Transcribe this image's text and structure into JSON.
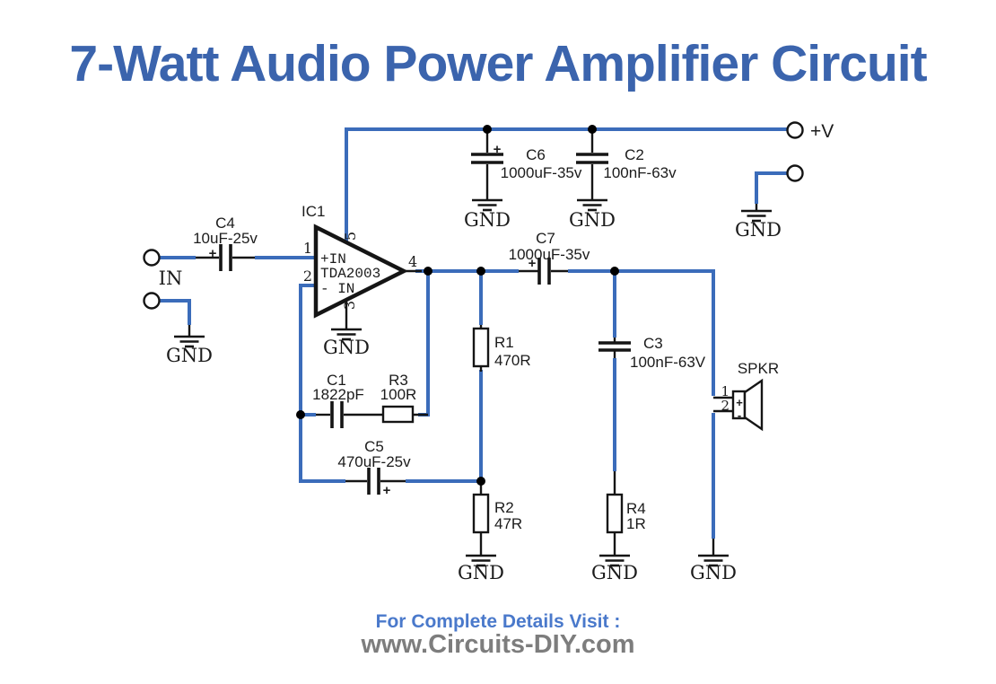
{
  "title": "7-Watt Audio Power Amplifier Circuit",
  "footer": {
    "line1": "For Complete Details Visit :",
    "line2": "www.Circuits-DIY.com"
  },
  "labels": {
    "gnd": "GND",
    "input": "IN",
    "supply": "+V",
    "speaker": "SPKR",
    "plus": "+",
    "minus": "-"
  },
  "ic": {
    "ref": "IC1",
    "part": "TDA2003",
    "pin_plus": "+IN",
    "pin_minus": "- IN",
    "pins": {
      "p1": "1",
      "p2": "2",
      "p3": "3",
      "p4": "4",
      "p5": "5"
    }
  },
  "speaker_pins": {
    "p1": "1",
    "p2": "2"
  },
  "components": {
    "c1": {
      "name": "C1",
      "value": "1822pF"
    },
    "c2": {
      "name": "C2",
      "value": "100nF-63v"
    },
    "c3": {
      "name": "C3",
      "value": "100nF-63V"
    },
    "c4": {
      "name": "C4",
      "value": "10uF-25v"
    },
    "c5": {
      "name": "C5",
      "value": "470uF-25v"
    },
    "c6": {
      "name": "C6",
      "value": "1000uF-35v"
    },
    "c7": {
      "name": "C7",
      "value": "1000uF-35v"
    },
    "r1": {
      "name": "R1",
      "value": "470R"
    },
    "r2": {
      "name": "R2",
      "value": "47R"
    },
    "r3": {
      "name": "R3",
      "value": "100R"
    },
    "r4": {
      "name": "R4",
      "value": "1R"
    }
  },
  "colors": {
    "wire": "#3b6cba",
    "title": "#3b64ad",
    "footer_accent": "#4a79cb",
    "footer_domain": "#7d7d7d",
    "ink": "#151515"
  }
}
